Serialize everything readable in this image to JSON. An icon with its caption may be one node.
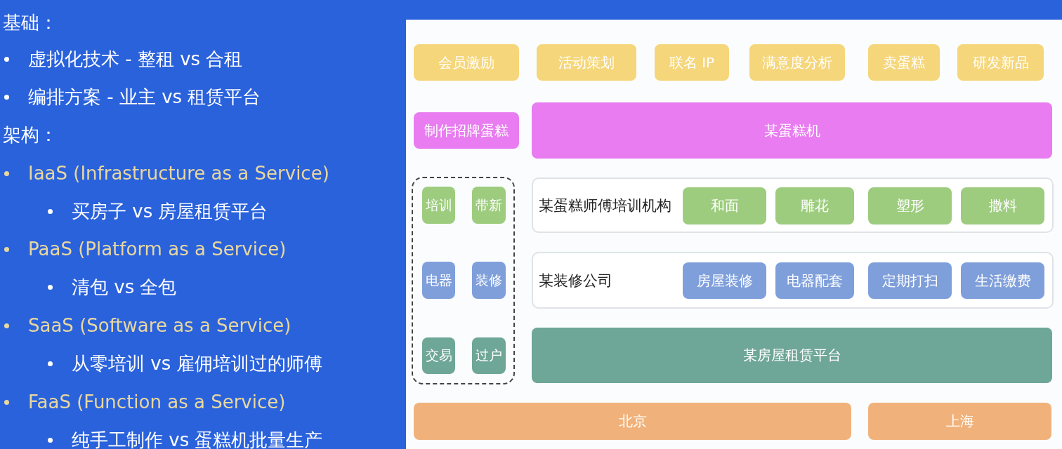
{
  "diagram": {
    "nodes": [
      {
        "text": [
          "会员激励"
        ]
      },
      {
        "text": [
          "活动策划"
        ]
      },
      {
        "text": [
          "联名 IP"
        ]
      },
      {
        "text": [
          "满意度分析"
        ]
      },
      {
        "text": [
          "卖蛋糕"
        ]
      },
      {
        "text": [
          "研发新品"
        ]
      },
      {
        "text": [
          "制作招牌蛋糕"
        ]
      },
      {
        "text": [
          "某蛋糕机"
        ]
      },
      {
        "text": [],
        "shape": "box"
      },
      {
        "text": [
          "培训"
        ],
        "in": 8
      },
      {
        "text": [
          "带新"
        ],
        "in": 8
      },
      {
        "text": [
          "电器"
        ],
        "in": 8
      },
      {
        "text": [
          "装修"
        ],
        "in": 8
      },
      {
        "text": [
          "交易"
        ],
        "in": 8
      },
      {
        "text": [
          "过户"
        ],
        "in": 8
      },
      {
        "text": [
          "某蛋糕师傅培训机构"
        ]
      },
      {
        "text": [
          "和面"
        ],
        "in": 15
      },
      {
        "text": [
          "雕花"
        ],
        "in": 15
      },
      {
        "text": [
          "塑形"
        ],
        "in": 15
      },
      {
        "text": [
          "撒料"
        ],
        "in": 15
      },
      {
        "text": [
          "某装修公司"
        ]
      },
      {
        "text": [
          "房屋装修"
        ],
        "in": 20
      },
      {
        "text": [
          "电器配套"
        ],
        "in": 20
      },
      {
        "text": [
          "定期打扫"
        ],
        "in": 20
      },
      {
        "text": [
          "生活缴费"
        ],
        "in": 20
      },
      {
        "text": [
          "某房屋租赁平台"
        ]
      },
      {
        "text": [
          "北京"
        ]
      },
      {
        "text": [
          "上海"
        ]
      }
    ],
    "labels": [
      "基础：",
      "虚拟化技术 - 整租 vs 合租",
      "编排方案 - 业主 vs 租赁平台",
      "架构：",
      "IaaS (Infrastructure as a Service)",
      "买房子 vs 房屋租赁平台",
      "PaaS (Platform as a Service)",
      "清包 vs 全包",
      "SaaS (Software as a Service)",
      "从零培训 vs 雇佣培训过的师傅",
      "FaaS (Function as a Service)",
      "纯手工制作 vs 蛋糕机批量生产"
    ]
  }
}
